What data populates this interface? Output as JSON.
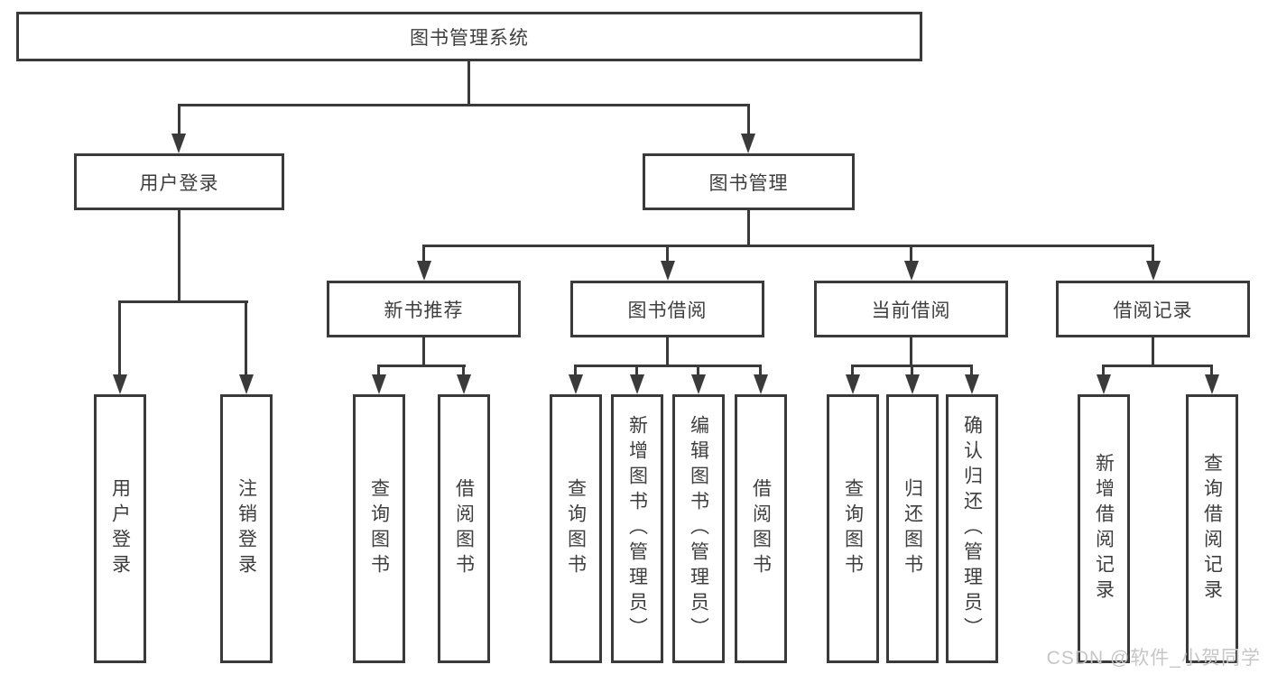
{
  "org_chart": {
    "root": {
      "label": "图书管理系统"
    },
    "branches": [
      {
        "label": "用户登录",
        "leaves": [
          {
            "label": "用户登录"
          },
          {
            "label": "注销登录"
          }
        ]
      },
      {
        "label": "图书管理",
        "groups": [
          {
            "label": "新书推荐",
            "leaves": [
              {
                "label": "查询图书"
              },
              {
                "label": "借阅图书"
              }
            ]
          },
          {
            "label": "图书借阅",
            "leaves": [
              {
                "label": "查询图书"
              },
              {
                "label": "新增图书（管理员）"
              },
              {
                "label": "编辑图书（管理员）"
              },
              {
                "label": "借阅图书"
              }
            ]
          },
          {
            "label": "当前借阅",
            "leaves": [
              {
                "label": "查询图书"
              },
              {
                "label": "归还图书"
              },
              {
                "label": "确认归还（管理员）"
              }
            ]
          },
          {
            "label": "借阅记录",
            "leaves": [
              {
                "label": "新增借阅记录"
              },
              {
                "label": "查询借阅记录"
              }
            ]
          }
        ]
      }
    ]
  },
  "watermark": {
    "text": "CSDN @软件_小贺同学"
  },
  "colors": {
    "line": "#3a3a3a",
    "box_border": "#3a3a3a",
    "text": "#3e3e3e",
    "watermark": "#c6c6c6",
    "background": "#ffffff"
  }
}
